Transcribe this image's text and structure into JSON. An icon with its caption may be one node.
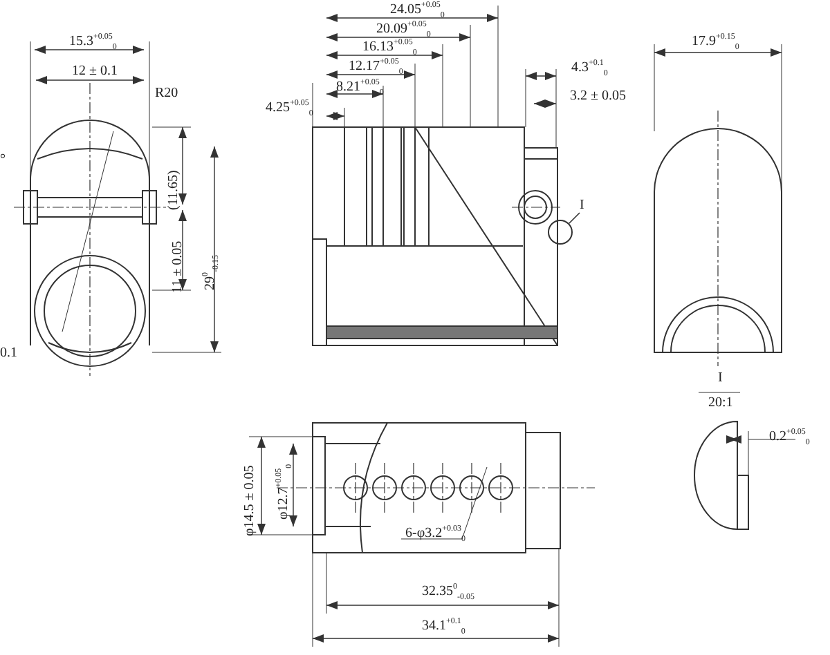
{
  "diagram": {
    "nodes": [
      {
        "text": [
          "I"
        ]
      },
      {
        "text": [],
        "shape": "circle"
      }
    ],
    "edges": [
      {
        "from": 0,
        "to": 1,
        "arrow": "none"
      }
    ],
    "labels": [
      "24.05$^{+0.05}$$_{0}$",
      "20.09$^{+0.05}$$_{0}$",
      "15.3$^{+0.05}$$_{0}$",
      "16.13$^{+0.05}$$_{0}$",
      "17.9$^{+0.15}$$_{0}$",
      "12.17$^{+0.05}$$_{0}$",
      "12 ± 0.1",
      "4.3$^{+0.1}$$_{0}$",
      "8.21$^{+0.05}$$_{0}$",
      "R20",
      "3.2 ± 0.05",
      "4.25$^{+0.05}$$_{0}$",
      "°",
      "(11.65)",
      "11 ± 0.05",
      "29$^{0}$$_{-0.15}$",
      "0.1",
      "I",
      "20:1",
      "0.2$^{+0.05}$$_{0}$",
      "φ14.5 ± 0.05",
      "φ12.7$^{+0.05}$$_{0}$",
      "6-φ3.2$^{+0.03}$$_{0}$",
      "32.35$^{0}$$_{-0.05}$",
      "34.1$^{+0.1}$$_{0}$"
    ]
  }
}
